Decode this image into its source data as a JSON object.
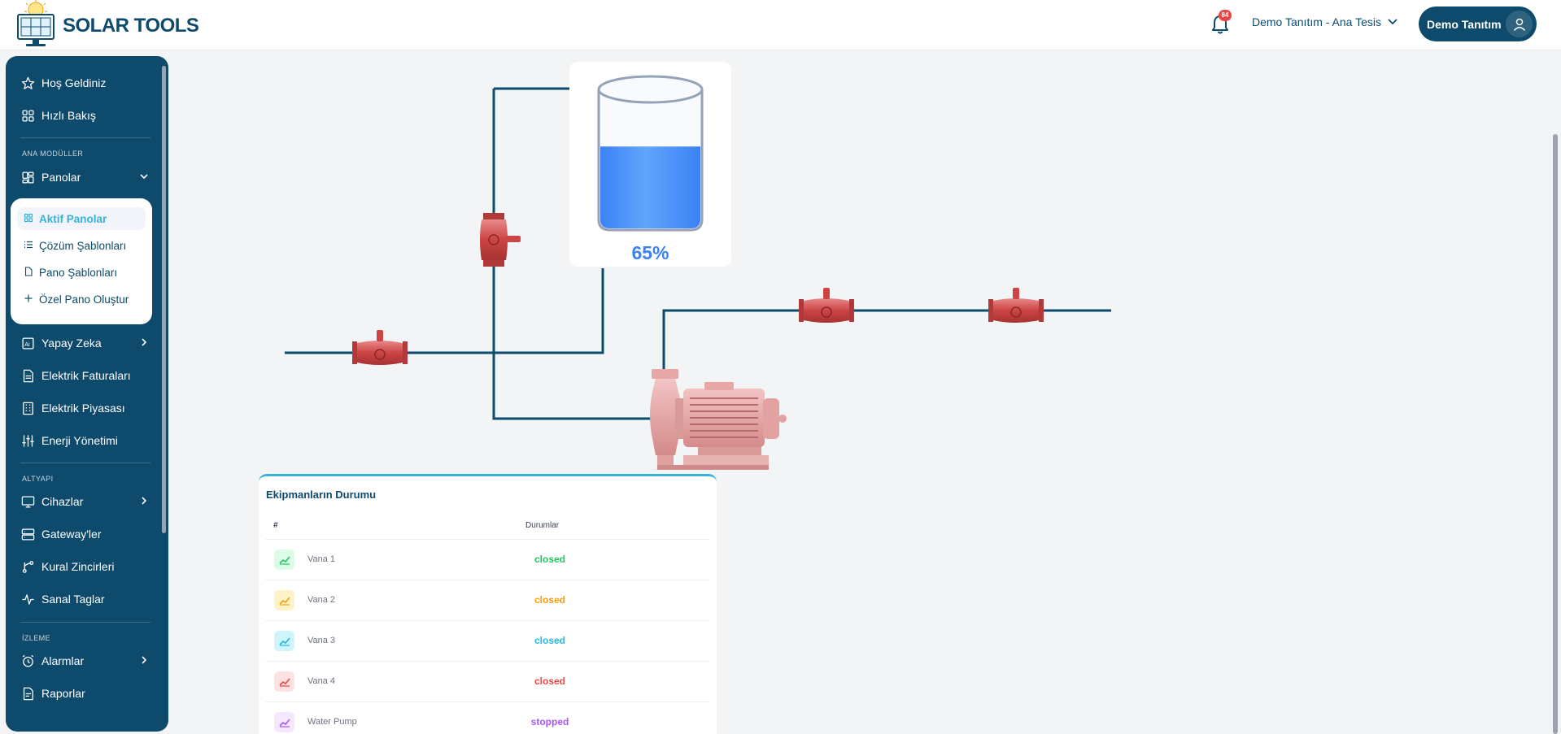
{
  "app": {
    "brand": "SOLAR TOOLS"
  },
  "header": {
    "notification_count": "84",
    "tenant_label": "Demo Tanıtım - Ana Tesis",
    "user_name": "Demo Tanıtım"
  },
  "sidebar": {
    "items_top": [
      {
        "label": "Hoş Geldiniz",
        "icon": "star-icon"
      },
      {
        "label": "Hızlı Bakış",
        "icon": "grid-icon"
      }
    ],
    "section_main": "ANA MODÜLLER",
    "panolar": {
      "label": "Panolar",
      "icon": "dashboard-icon"
    },
    "panolar_sub": [
      {
        "label": "Aktif Panolar",
        "icon": "grid-icon",
        "active": true
      },
      {
        "label": "Çözüm Şablonları",
        "icon": "list-icon"
      },
      {
        "label": "Pano Şablonları",
        "icon": "file-icon"
      },
      {
        "label": "Özel Pano Oluştur",
        "icon": "plus-icon"
      }
    ],
    "items_main": [
      {
        "label": "Yapay Zeka",
        "icon": "ai-icon"
      },
      {
        "label": "Elektrik Faturaları",
        "icon": "invoice-icon"
      },
      {
        "label": "Elektrik Piyasası",
        "icon": "building-icon"
      },
      {
        "label": "Enerji Yönetimi",
        "icon": "sliders-icon"
      }
    ],
    "section_infra": "ALTYAPI",
    "items_infra": [
      {
        "label": "Cihazlar",
        "icon": "monitor-icon"
      },
      {
        "label": "Gateway'ler",
        "icon": "server-icon"
      },
      {
        "label": "Kural Zincirleri",
        "icon": "branch-icon"
      },
      {
        "label": "Sanal Taglar",
        "icon": "pulse-icon"
      }
    ],
    "section_monitor": "İZLEME",
    "items_monitor": [
      {
        "label": "Alarmlar",
        "icon": "alarm-icon"
      },
      {
        "label": "Raporlar",
        "icon": "report-icon"
      }
    ]
  },
  "tank": {
    "level_percent": 65,
    "label": "65%"
  },
  "equipment": {
    "title": "Ekipmanların Durumu",
    "col_index": "#",
    "col_status": "Durumlar",
    "rows": [
      {
        "name": "Vana 1",
        "status": "closed",
        "color": "#22c55e",
        "bg": "#dcfce7"
      },
      {
        "name": "Vana 2",
        "status": "closed",
        "color": "#f59e0b",
        "bg": "#fef3c7"
      },
      {
        "name": "Vana 3",
        "status": "closed",
        "color": "#22b8e0",
        "bg": "#cff4fc"
      },
      {
        "name": "Vana 4",
        "status": "closed",
        "color": "#ef4444",
        "bg": "#fee2e2"
      },
      {
        "name": "Water Pump",
        "status": "stopped",
        "color": "#a855f7",
        "bg": "#f3e8ff"
      }
    ]
  }
}
